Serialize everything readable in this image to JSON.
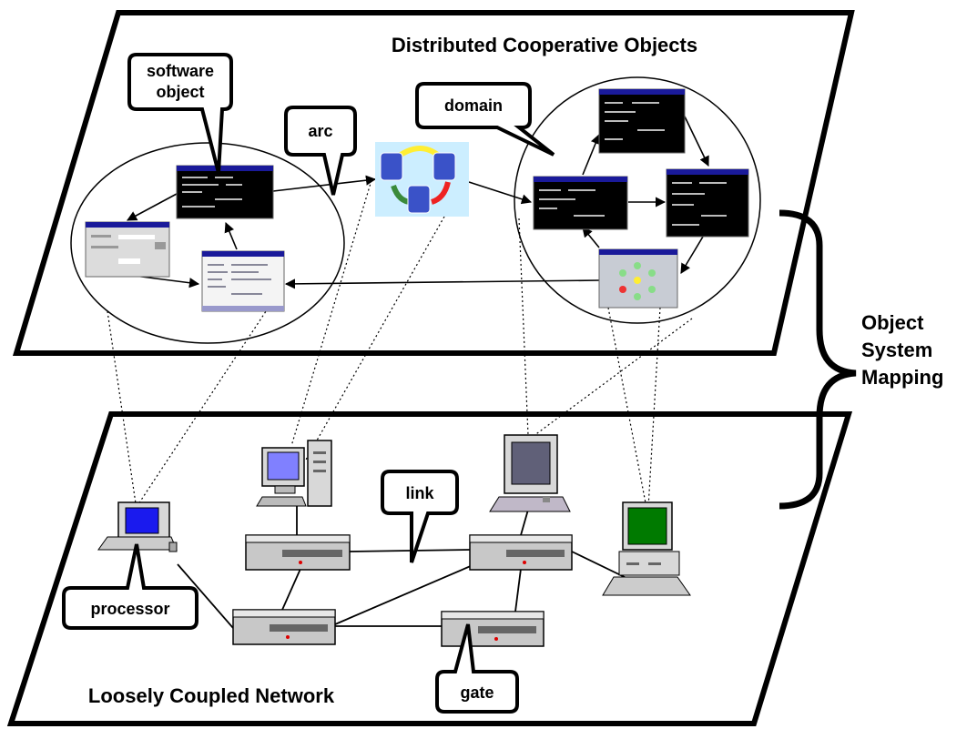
{
  "upper_plane": {
    "title": "Distributed Cooperative Objects"
  },
  "lower_plane": {
    "title": "Loosely Coupled Network"
  },
  "mapping": {
    "line1": "Object",
    "line2": "System",
    "line3": "Mapping"
  },
  "callouts": {
    "software_object_line1": "software",
    "software_object_line2": "object",
    "arc": "arc",
    "domain": "domain",
    "link": "link",
    "processor": "processor",
    "gate": "gate"
  },
  "colors": {
    "screen_blue": "#8080ff",
    "screen_green": "#007a00",
    "server_gray": "#c8c8c8",
    "window_bg": "#000000",
    "db_blue": "#3a52c8",
    "db_panel": "#cceeff"
  }
}
